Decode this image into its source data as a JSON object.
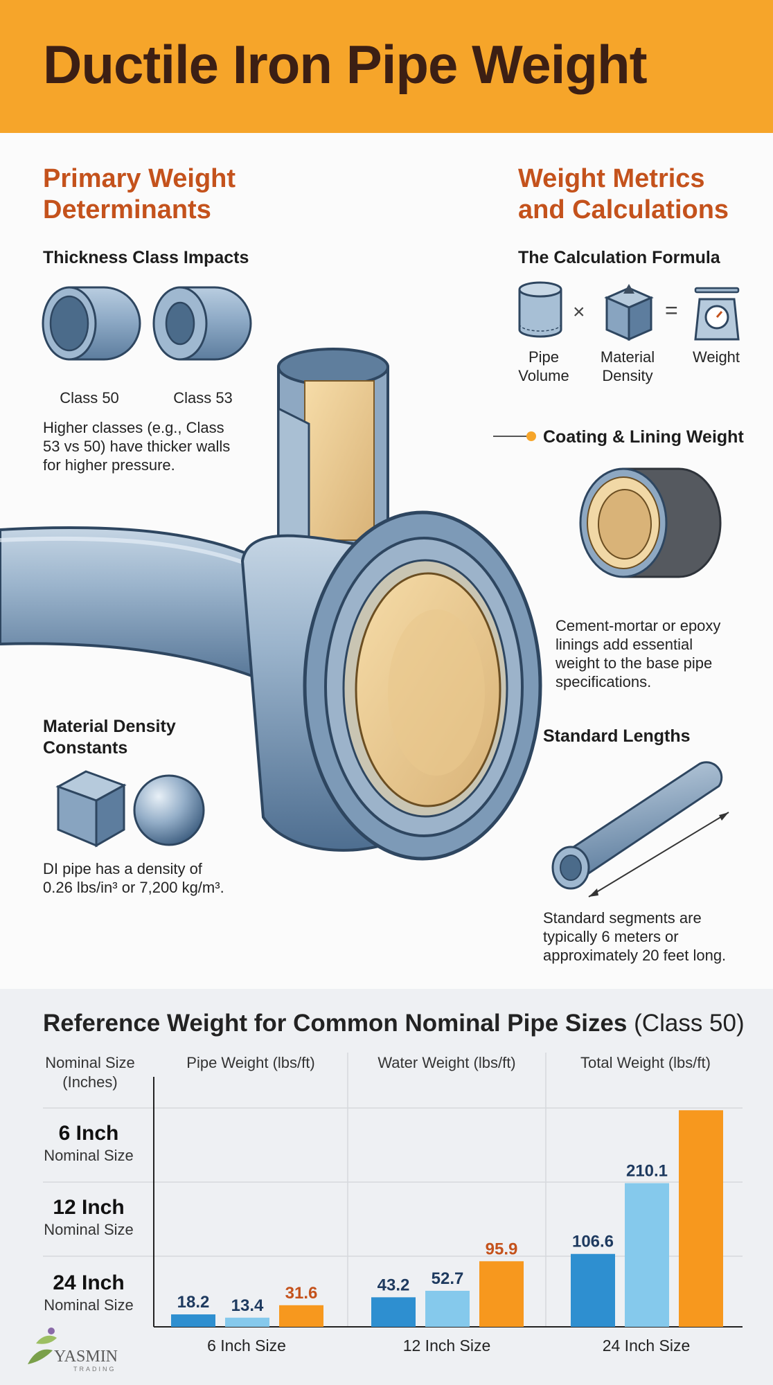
{
  "header": {
    "title": "Ductile Iron Pipe Weight"
  },
  "left": {
    "heading": [
      "Primary Weight",
      "Determinants"
    ],
    "thickness": {
      "title": "Thickness Class Impacts",
      "class_a": "Class 50",
      "class_b": "Class 53",
      "text": [
        "Higher classes (e.g., Class",
        "53 vs 50) have thicker walls",
        "for higher pressure."
      ]
    },
    "density": {
      "title": [
        "Material Density",
        "Constants"
      ],
      "text": [
        "DI pipe has a density of",
        "0.26 lbs/in³ or 7,200 kg/m³."
      ]
    }
  },
  "right": {
    "heading": [
      "Weight Metrics",
      "and Calculations"
    ],
    "formula": {
      "title": "The Calculation Formula",
      "term1": [
        "Pipe",
        "Volume"
      ],
      "times": "×",
      "term2": [
        "Material",
        "Density"
      ],
      "equals": "=",
      "result": "Weight"
    },
    "coating": {
      "title": "Coating & Lining Weight",
      "text": [
        "Cement-mortar or epoxy",
        "linings add essential",
        "weight to the base pipe",
        "specifications."
      ]
    },
    "lengths": {
      "title": "Standard Lengths",
      "text": [
        "Standard segments are",
        "typically 6 meters or",
        "approximately 20 feet long."
      ]
    }
  },
  "colors": {
    "header": "#f6a52a",
    "pipe_weight": "#2e8fd0",
    "water_weight": "#85c9ec",
    "total_weight": "#f7981e"
  },
  "icons": [
    "pipe-class50-icon",
    "pipe-class53-icon",
    "cube-icon",
    "sphere-icon",
    "cylinder-icon",
    "density-cube-icon",
    "scale-icon",
    "lined-pipe-icon",
    "straight-pipe-icon",
    "pipe-elbow-illustration",
    "logo"
  ],
  "logo": {
    "name": "YASMIN",
    "sub": "TRADING"
  },
  "chart_data": {
    "type": "bar",
    "title": "Reference Weight for Common Nominal Pipe Sizes",
    "title_suffix": "(Class 50)",
    "row_header": [
      "Nominal Size",
      "(Inches)"
    ],
    "column_headers": [
      "Pipe Weight (lbs/ft)",
      "Water Weight (lbs/ft)",
      "Total Weight (lbs/ft)"
    ],
    "row_labels": [
      {
        "size": "6 Inch",
        "sub": "Nominal Size"
      },
      {
        "size": "12 Inch",
        "sub": "Nominal Size"
      },
      {
        "size": "24 Inch",
        "sub": "Nominal Size"
      }
    ],
    "categories": [
      "6 Inch Size",
      "12 Inch Size",
      "24 Inch Size"
    ],
    "series": [
      {
        "values": [
          18.2,
          43.2,
          106.6
        ],
        "color": "#2e8fd0"
      },
      {
        "values": [
          13.4,
          52.7,
          210.1
        ],
        "color": "#85c9ec"
      },
      {
        "values": [
          31.6,
          95.9,
          316.7
        ],
        "color": "#f7981e"
      }
    ],
    "labels": [
      [
        "18.2",
        "13.4",
        "31.6"
      ],
      [
        "43.2",
        "52.7",
        "95.9"
      ],
      [
        "106.6",
        "210.1",
        ""
      ]
    ],
    "label_colors": [
      "#1e3a5f",
      "#1e3a5f",
      "#c4521c"
    ],
    "ylim": [
      0,
      320
    ],
    "grid": true
  }
}
